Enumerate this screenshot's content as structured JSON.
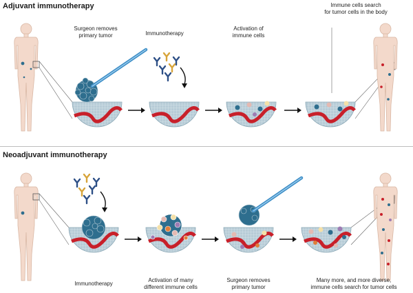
{
  "adjuvant": {
    "title": "Adjuvant immunotherapy",
    "step1": {
      "line1": "Surgeon removes",
      "line2": "primary tumor"
    },
    "step2": {
      "line1": "Immunotherapy"
    },
    "step3": {
      "line1": "Activation of",
      "line2": "immune cells"
    },
    "step4": {
      "line1": "Immune cells search",
      "line2": "for tumor cells in the body"
    }
  },
  "neoadjuvant": {
    "title": "Neoadjuvant immunotherapy",
    "step1": {
      "line1": "Immunotherapy"
    },
    "step2": {
      "line1": "Activation of many",
      "line2": "different immune cells"
    },
    "step3": {
      "line1": "Surgeon removes",
      "line2": "primary tumor"
    },
    "step4": {
      "line1": "Many more, and more diverse,",
      "line2": "immune cells search for tumor cells"
    }
  },
  "colors": {
    "tissue": "#a9c2cf",
    "vessel": "#c8202a",
    "tumor": "#2e6e8e",
    "body": "#f3d9cb",
    "instrument": "#3f8fc7",
    "antibody_a": "#2d4f86",
    "antibody_b": "#d7a43a"
  }
}
